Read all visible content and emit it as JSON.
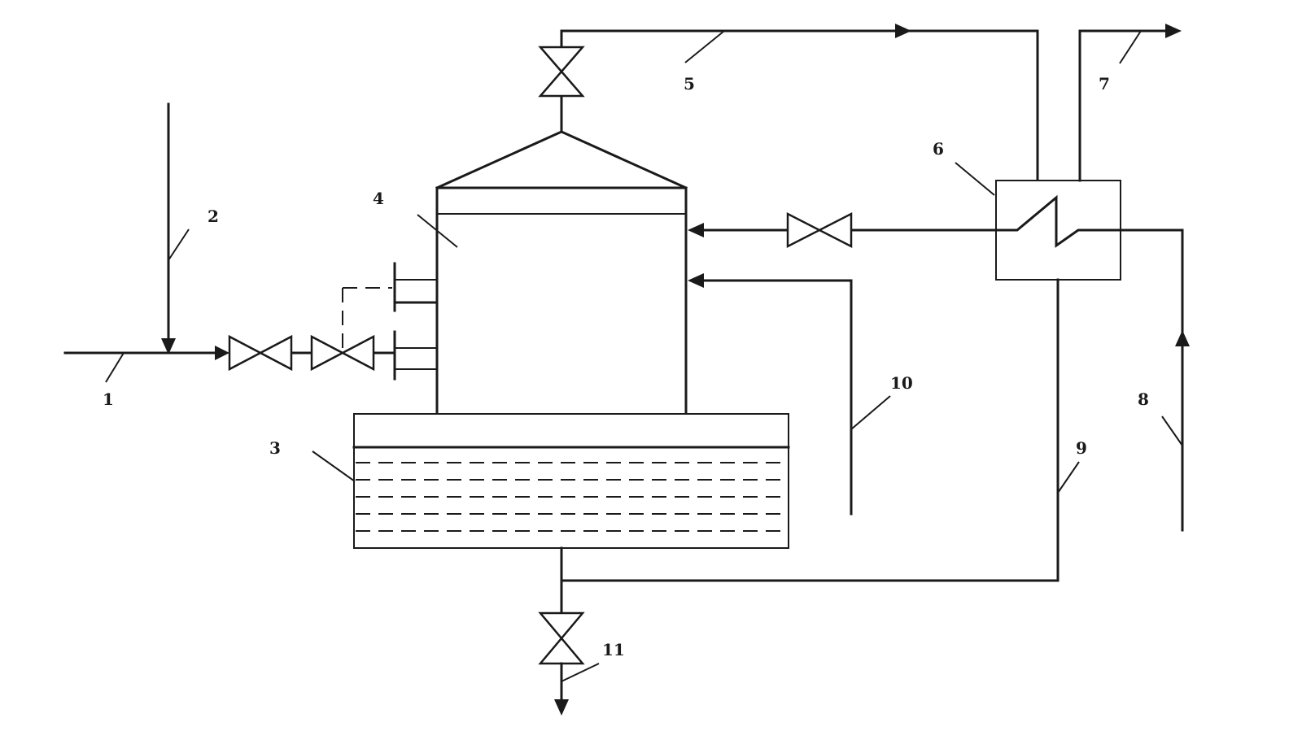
{
  "diagram": {
    "labels": {
      "l1": "1",
      "l2": "2",
      "l3": "3",
      "l4": "4",
      "l5": "5",
      "l6": "6",
      "l7": "7",
      "l8": "8",
      "l9": "9",
      "l10": "10",
      "l11": "11"
    },
    "colors": {
      "line": "#1a1a1a",
      "background": "#ffffff"
    }
  }
}
